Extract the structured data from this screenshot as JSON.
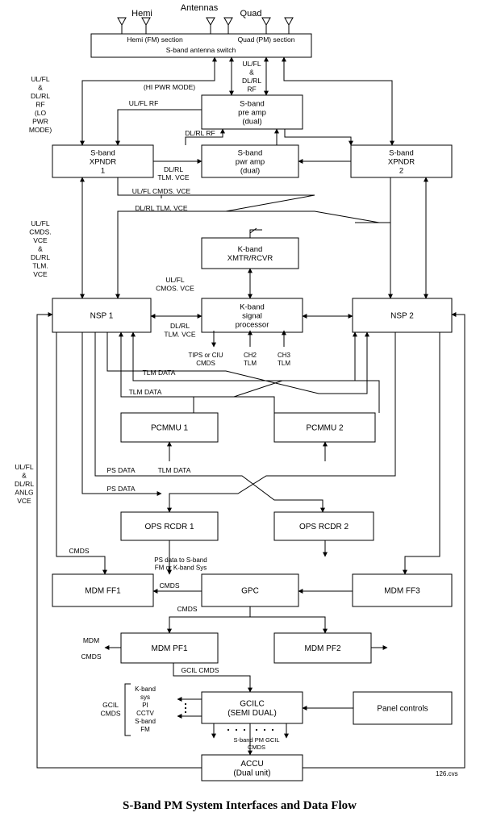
{
  "diagram": {
    "caption": "S-Band PM System Interfaces and Data Flow",
    "file_ref": "126.cvs",
    "antenna_labels": {
      "hemi": "Hemi",
      "antennas": "Antennas",
      "quad": "Quad"
    },
    "switch": {
      "hemi": "Hemi (FM) section",
      "quad": "Quad (PM) section",
      "title": "S-band antenna switch"
    },
    "boxes": {
      "preamp": [
        "S-band",
        "pre amp",
        "(dual)"
      ],
      "xpndr1": [
        "S-band",
        "XPNDR",
        "1"
      ],
      "pwramp": [
        "S-band",
        "pwr amp",
        "(dual)"
      ],
      "xpndr2": [
        "S-band",
        "XPNDR",
        "2"
      ],
      "kxmtr": [
        "K-band",
        "XMTR/RCVR"
      ],
      "nsp1": [
        "NSP 1"
      ],
      "ksig": [
        "K-band",
        "signal",
        "processor"
      ],
      "nsp2": [
        "NSP 2"
      ],
      "pcmmu1": [
        "PCMMU 1"
      ],
      "pcmmu2": [
        "PCMMU 2"
      ],
      "ops1": [
        "OPS RCDR 1"
      ],
      "ops2": [
        "OPS RCDR 2"
      ],
      "mdmff1": [
        "MDM FF1"
      ],
      "gpc": [
        "GPC"
      ],
      "mdmff3": [
        "MDM FF3"
      ],
      "mdmpf1": [
        "MDM PF1"
      ],
      "mdmpf2": [
        "MDM PF2"
      ],
      "gcilc": [
        "GCILC",
        "(SEMI DUAL)"
      ],
      "panel": [
        "Panel controls"
      ],
      "accu": [
        "ACCU",
        "(Dual unit)"
      ]
    },
    "labels": {
      "lo_pwr_rf": [
        "UL/FL",
        "&",
        "DL/RL",
        "RF",
        "(LO",
        "PWR",
        "MODE)"
      ],
      "hi_pwr_mode": [
        "(HI PWR MODE)"
      ],
      "ulfl_dlrl_rf": [
        "UL/FL",
        "&",
        "DL/RL",
        "RF"
      ],
      "ulfl_rf": [
        "UL/FL RF"
      ],
      "dlrl_rf": [
        "DL/RL RF"
      ],
      "dlrl_tlm_vce_1": [
        "DL/RL",
        "TLM. VCE"
      ],
      "ulfl_cmds_vce": [
        "UL/FL  CMDS. VCE"
      ],
      "dlrl_tlm_vce_2": [
        "DL/RL  TLM. VCE"
      ],
      "left_cmds_tlm": [
        "UL/FL",
        "CMDS.",
        "VCE",
        "&",
        "DL/RL",
        "TLM.",
        "VCE"
      ],
      "ulfl_cmos_vce": [
        "UL/FL",
        "CMOS. VCE"
      ],
      "dlrl_tlm_vce_3": [
        "DL/RL",
        "TLM. VCE"
      ],
      "tips_ciu": [
        "TIPS or CIU",
        "CMDS"
      ],
      "ch2": [
        "CH2",
        "TLM"
      ],
      "ch3": [
        "CH3",
        "TLM"
      ],
      "tlm_data_1": [
        "TLM DATA"
      ],
      "tlm_data_2": [
        "TLM DATA"
      ],
      "ps_data_1": [
        "PS DATA"
      ],
      "tlm_data_3": [
        "TLM DATA"
      ],
      "ps_data_2": [
        "PS DATA"
      ],
      "anlg": [
        "UL/FL",
        "&",
        "DL/RL",
        "ANLG",
        "VCE"
      ],
      "cmds_1": [
        "CMDS"
      ],
      "ps_to_sband": [
        "PS data to S-band",
        "FM or K-band Sys"
      ],
      "cmds_2": [
        "CMDS"
      ],
      "cmds_3": [
        "CMDS"
      ],
      "mdm_cmds": [
        "MDM",
        "",
        "CMDS"
      ],
      "gcil_cmds_1": [
        "GCIL CMDS"
      ],
      "gcil_cmds_2": [
        "GCIL",
        "CMDS"
      ],
      "kband_list": [
        "K-band",
        "sys",
        "PI",
        "CCTV",
        "S-band",
        "FM"
      ],
      "sband_pm_gcil": [
        "S-band PM GCIL",
        "CMDS"
      ]
    }
  }
}
